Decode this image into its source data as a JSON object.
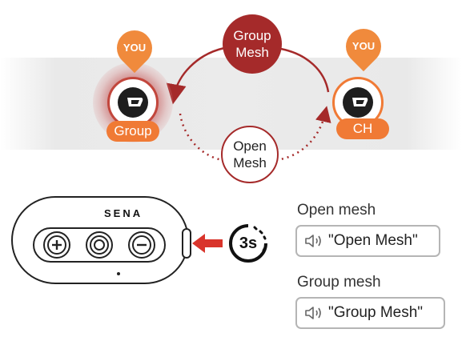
{
  "diagram": {
    "left_rider": {
      "pin_label": "YOU",
      "tag_label": "Group"
    },
    "right_rider": {
      "pin_label": "YOU",
      "tag_label": "CH"
    },
    "top_bubble": {
      "line1": "Group",
      "line2": "Mesh"
    },
    "bottom_bubble": {
      "line1": "Open",
      "line2": "Mesh"
    }
  },
  "device": {
    "brand": "SENA"
  },
  "hold_indicator": {
    "label": "3s"
  },
  "prompts": {
    "open": {
      "heading": "Open mesh",
      "voice": "\"Open Mesh\""
    },
    "group": {
      "heading": "Group mesh",
      "voice": "\"Group Mesh\""
    }
  },
  "colors": {
    "accent_orange": "#f07a35",
    "dark_red": "#a52a2a",
    "arrow_red": "#d9342b",
    "band_gray": "#ebebeb"
  },
  "icons": [
    "helmet-icon",
    "plus-icon",
    "center-button-icon",
    "minus-icon",
    "speaker-icon",
    "arrow-icon"
  ]
}
